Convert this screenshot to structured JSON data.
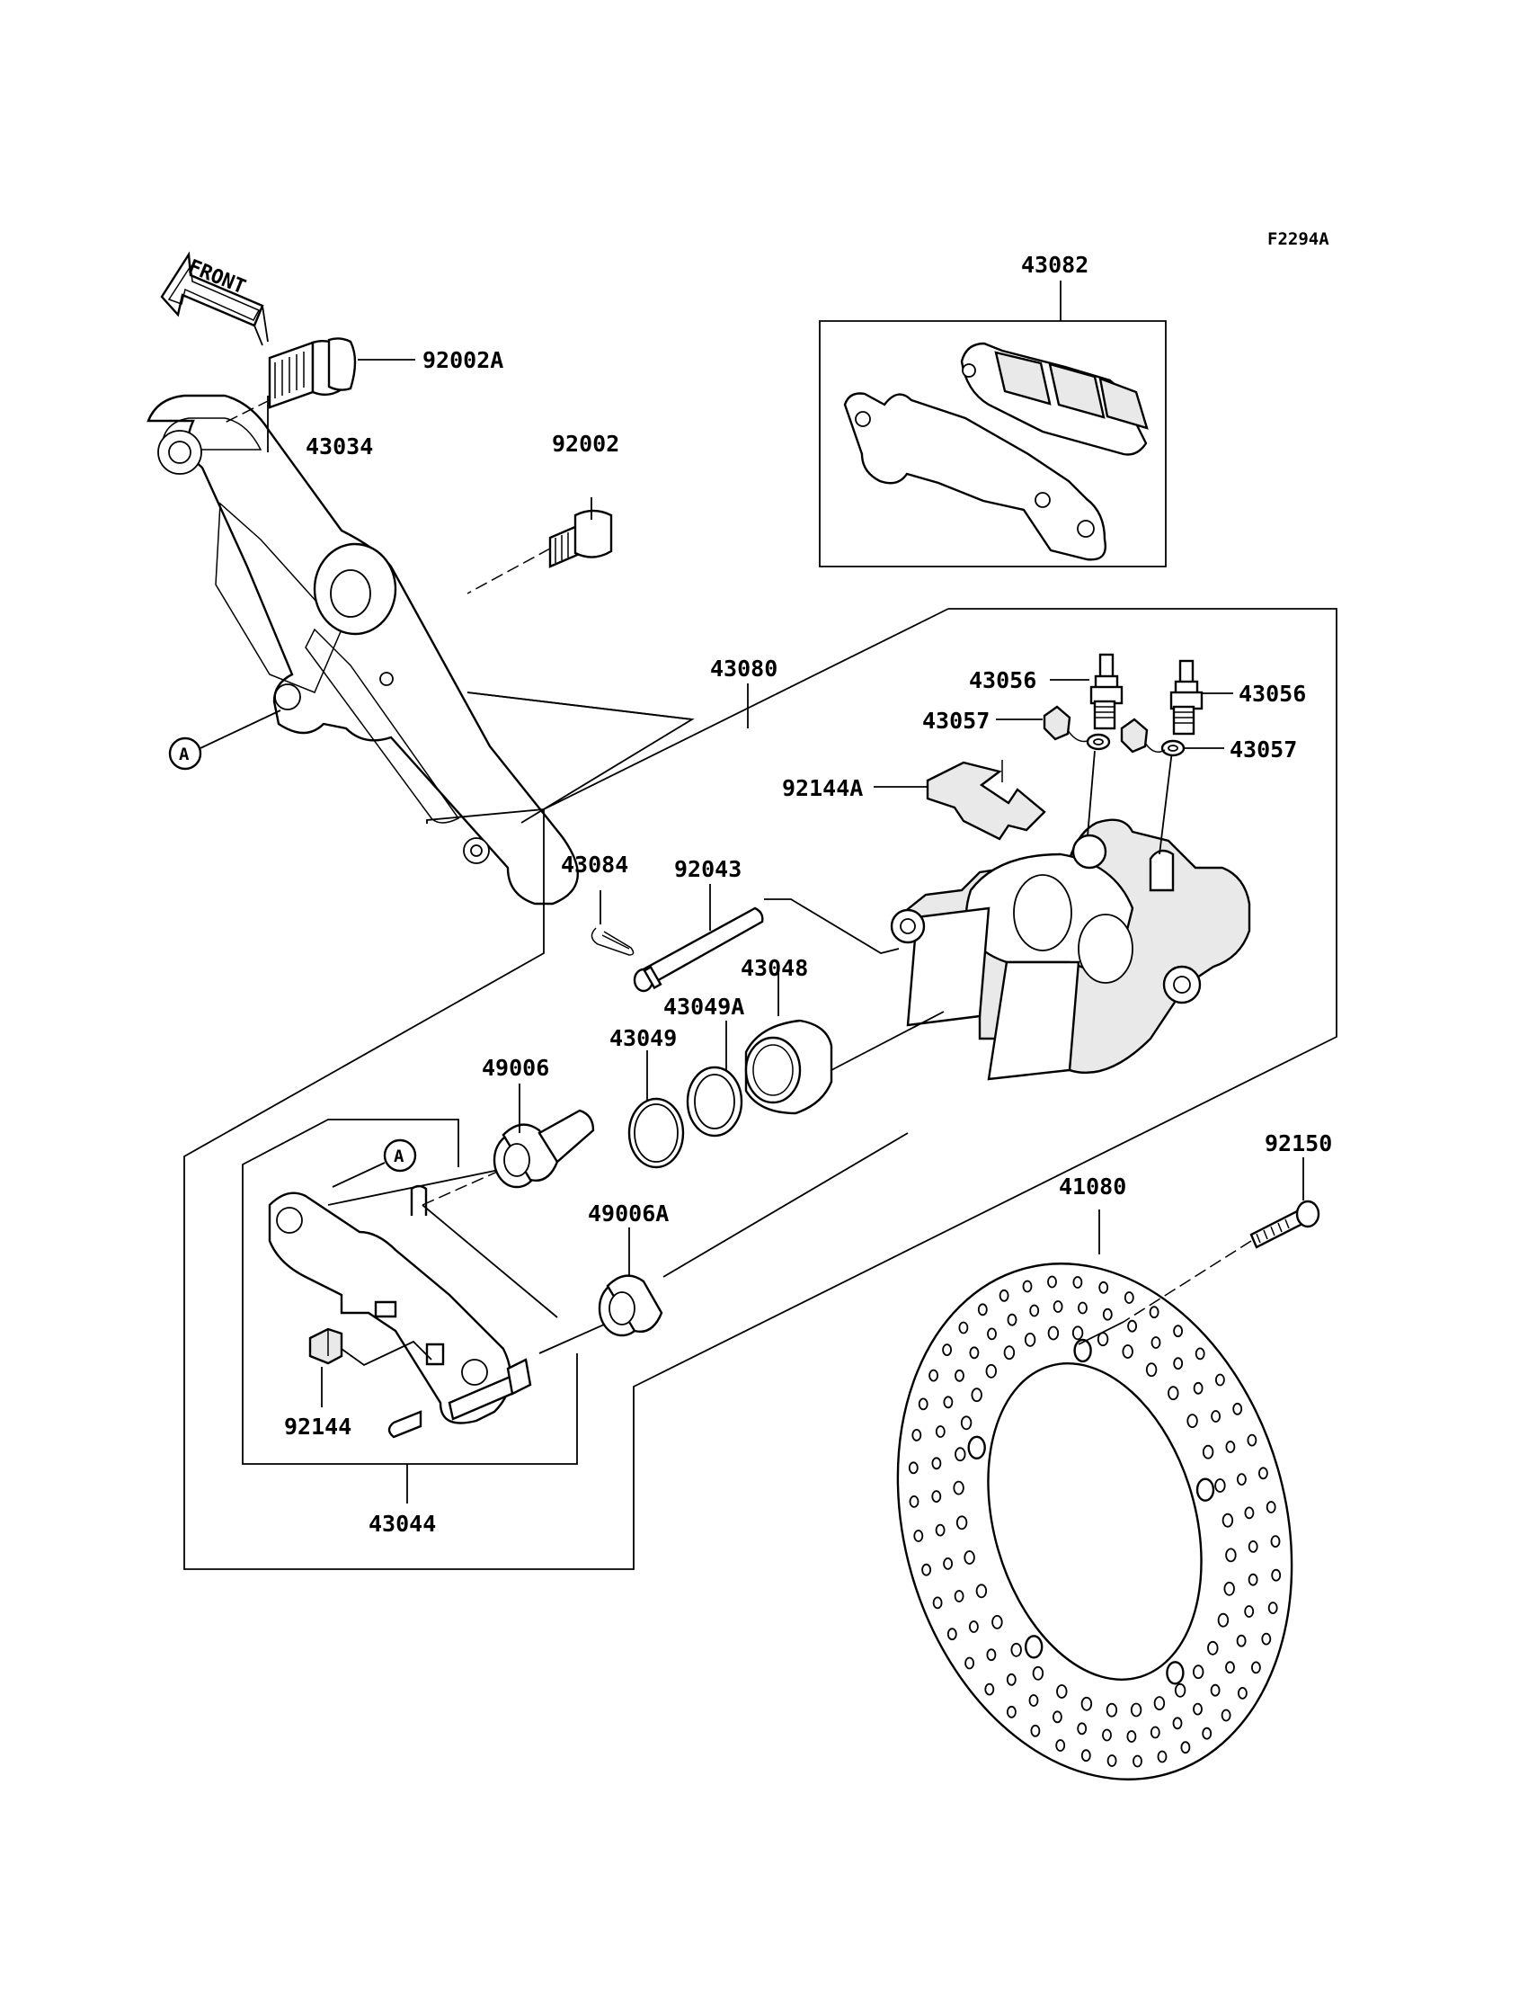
{
  "diagram": {
    "code": "F2294A",
    "front_label": "FRONT",
    "ref_marker": "A",
    "parts": {
      "p43082": "43082",
      "p92002A": "92002A",
      "p43034": "43034",
      "p92002": "92002",
      "p43080": "43080",
      "p43056_left": "43056",
      "p43056_right": "43056",
      "p43057_left": "43057",
      "p43057_right": "43057",
      "p92144A": "92144A",
      "p43084": "43084",
      "p92043": "92043",
      "p43048": "43048",
      "p43049A": "43049A",
      "p43049": "43049",
      "p49006": "49006",
      "p49006A": "49006A",
      "p92150": "92150",
      "p41080": "41080",
      "p92144": "92144",
      "p43044": "43044"
    }
  }
}
